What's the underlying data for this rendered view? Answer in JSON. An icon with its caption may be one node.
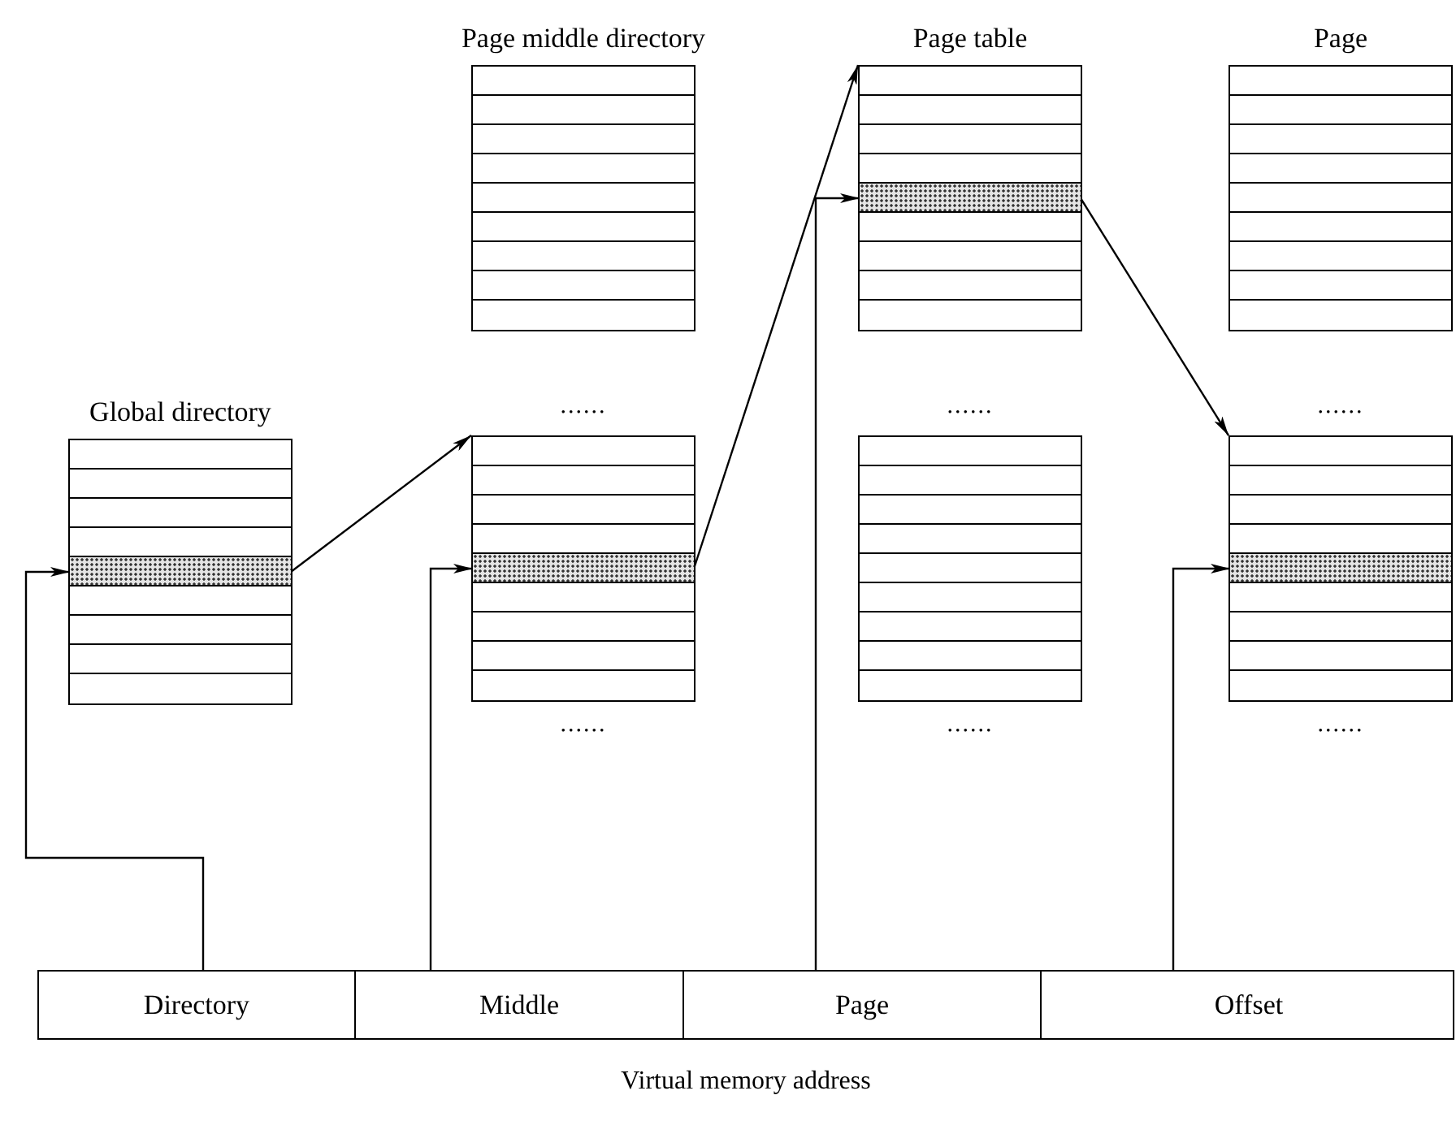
{
  "diagram": {
    "nodes": [
      {
        "text": [
          "Global directory"
        ]
      },
      {
        "text": [],
        "shape": "bar",
        "in": 0
      },
      {
        "text": [
          "Page middle directory"
        ]
      },
      {
        "text": [],
        "shape": "box",
        "beside": [
          "......",
          "......"
        ]
      },
      {
        "text": [],
        "shape": "bar",
        "in": 3
      },
      {
        "text": [
          "Page table"
        ]
      },
      {
        "text": [],
        "shape": "bar",
        "in": 5
      },
      {
        "text": [],
        "shape": "box",
        "beside": [
          "......",
          "......"
        ]
      },
      {
        "text": [
          "Page"
        ]
      },
      {
        "text": [],
        "shape": "box",
        "beside": [
          "......",
          "......"
        ]
      },
      {
        "text": [],
        "shape": "bar",
        "in": 9
      },
      {
        "text": [
          "Virtual memory address"
        ]
      },
      {
        "text": [
          "Directory"
        ],
        "in": 11
      },
      {
        "text": [
          "Middle"
        ],
        "in": 11
      },
      {
        "text": [
          "Page"
        ],
        "in": 11
      },
      {
        "text": [
          "Offset"
        ],
        "in": 11
      }
    ],
    "edges": [
      {
        "from": 12,
        "to": 1,
        "arrow": "to"
      },
      {
        "from": 1,
        "to": 3,
        "arrow": "to"
      },
      {
        "from": 13,
        "to": 4,
        "arrow": "to"
      },
      {
        "from": 4,
        "to": 5,
        "arrow": "to"
      },
      {
        "from": 14,
        "to": 6,
        "arrow": "to"
      },
      {
        "from": 6,
        "to": 9,
        "arrow": "to"
      },
      {
        "from": 15,
        "to": 10,
        "arrow": "to"
      }
    ]
  }
}
